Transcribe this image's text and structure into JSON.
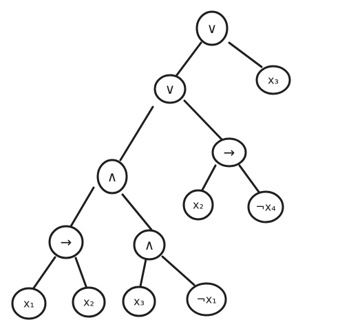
{
  "tree": {
    "root": {
      "label": "∨",
      "left": {
        "label": "∨",
        "left": {
          "label": "∧",
          "left": {
            "label": "→",
            "left": {
              "label": "x₁"
            },
            "right": {
              "label": "x₂"
            }
          },
          "right": {
            "label": "∧",
            "left": {
              "label": "x₃"
            },
            "right": {
              "label": "¬x₁"
            }
          }
        },
        "right": {
          "label": "→",
          "left": {
            "label": "x₂"
          },
          "right": {
            "label": "¬x₄"
          }
        }
      },
      "right": {
        "label": "x₃"
      }
    }
  },
  "colors": {
    "ink": "#1e1e1e",
    "background": "#ffffff"
  }
}
